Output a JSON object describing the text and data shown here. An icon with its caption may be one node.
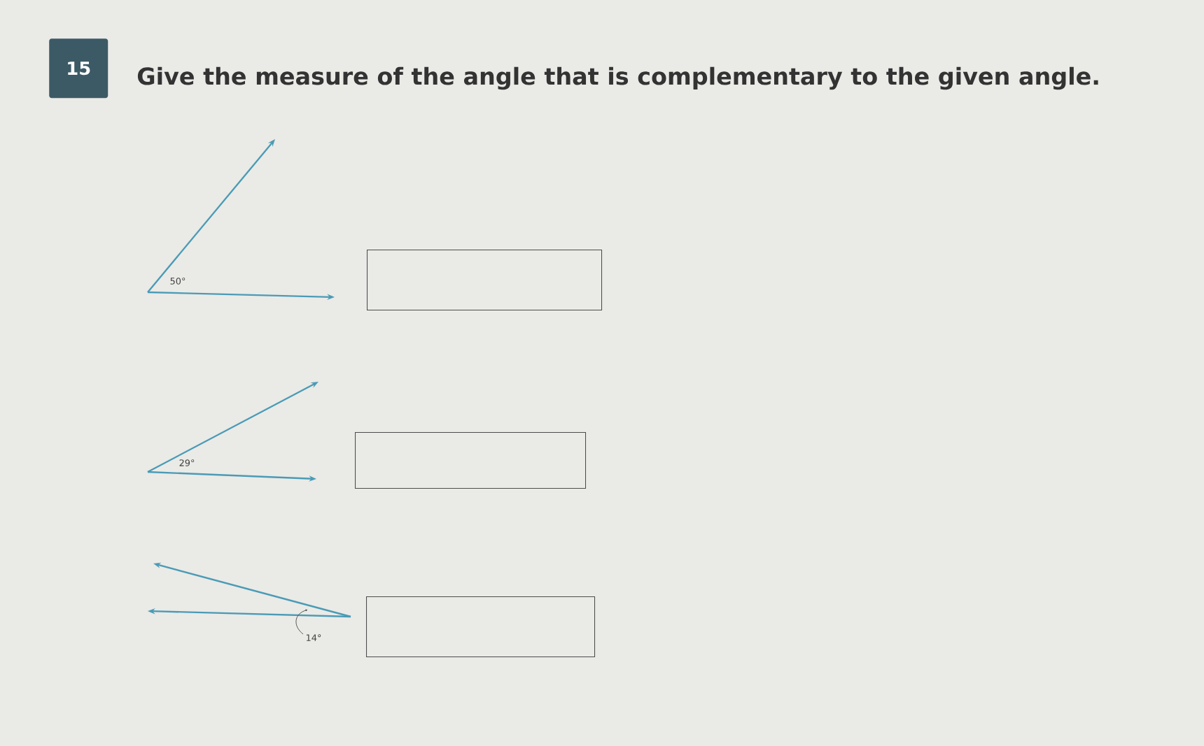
{
  "diagram": {
    "title": "Give the measure of the angle that is complementary to the given angle.",
    "nodes": [
      {
        "text": [
          "15"
        ]
      },
      {
        "text": [],
        "shape": "box"
      },
      {
        "text": [],
        "shape": "box"
      },
      {
        "text": [],
        "shape": "box"
      }
    ],
    "labels": [
      "50°",
      "29°",
      "14°"
    ]
  }
}
